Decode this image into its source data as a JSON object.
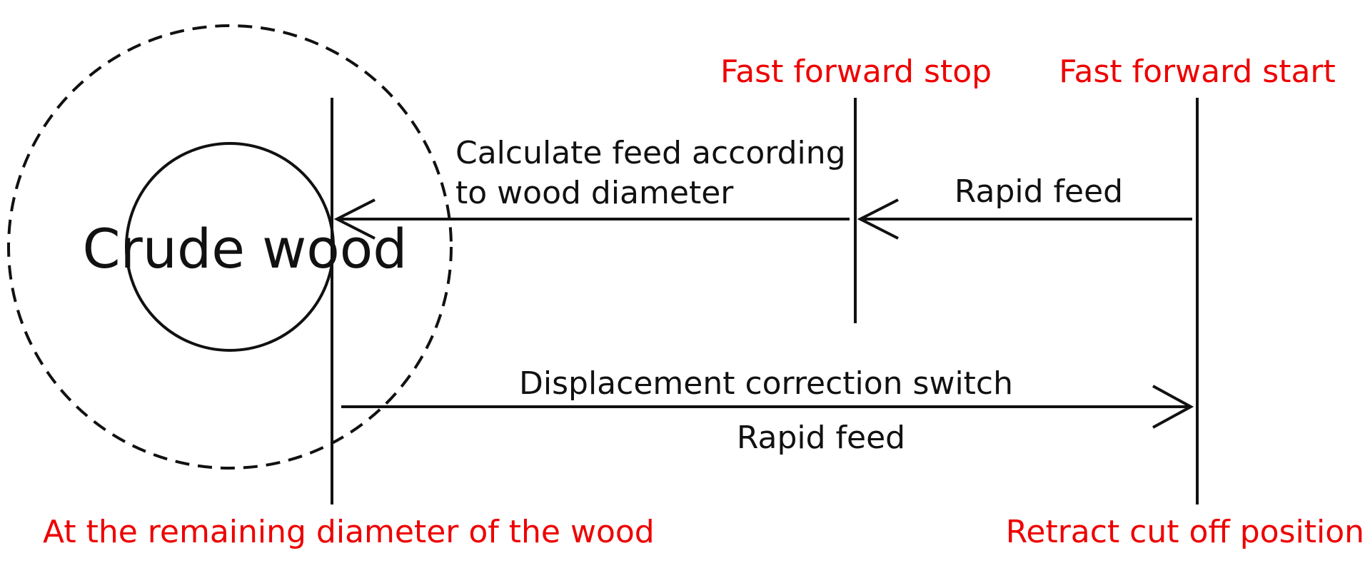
{
  "colors": {
    "line": "#111111",
    "accent_red": "#ee0000",
    "background": "#ffffff"
  },
  "labels": {
    "fast_forward_stop": "Fast forward stop",
    "fast_forward_start": "Fast forward start",
    "calculate_feed_line1": "Calculate feed according",
    "calculate_feed_line2": "to wood diameter",
    "rapid_feed_top": "Rapid feed",
    "crude_wood": "Crude wood",
    "displacement_correction": "Displacement correction switch",
    "rapid_feed_bottom": "Rapid feed",
    "remaining_diameter": "At the remaining diameter of the wood",
    "retract_cut_off": "Retract cut off position"
  }
}
